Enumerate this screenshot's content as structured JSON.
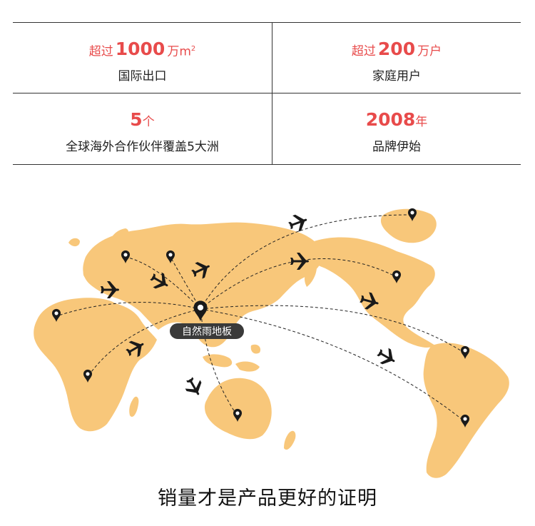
{
  "stats": [
    {
      "prefix": "超过",
      "number": "1000",
      "unit": "万m",
      "sup": "2",
      "desc": "国际出口"
    },
    {
      "prefix": "超过",
      "number": "200",
      "unit": "万户",
      "sup": "",
      "desc": "家庭用户"
    },
    {
      "prefix": "",
      "number": "5",
      "unit": "个",
      "sup": "",
      "desc": "全球海外合作伙伴覆盖5大洲"
    },
    {
      "prefix": "",
      "number": "2008",
      "unit": "年",
      "sup": "",
      "desc": "品牌伊始"
    }
  ],
  "map": {
    "hub_label": "自然雨地板",
    "land_color": "#f8c77a",
    "accent_color": "#e84b4b"
  },
  "caption": "销量才是产品更好的证明"
}
